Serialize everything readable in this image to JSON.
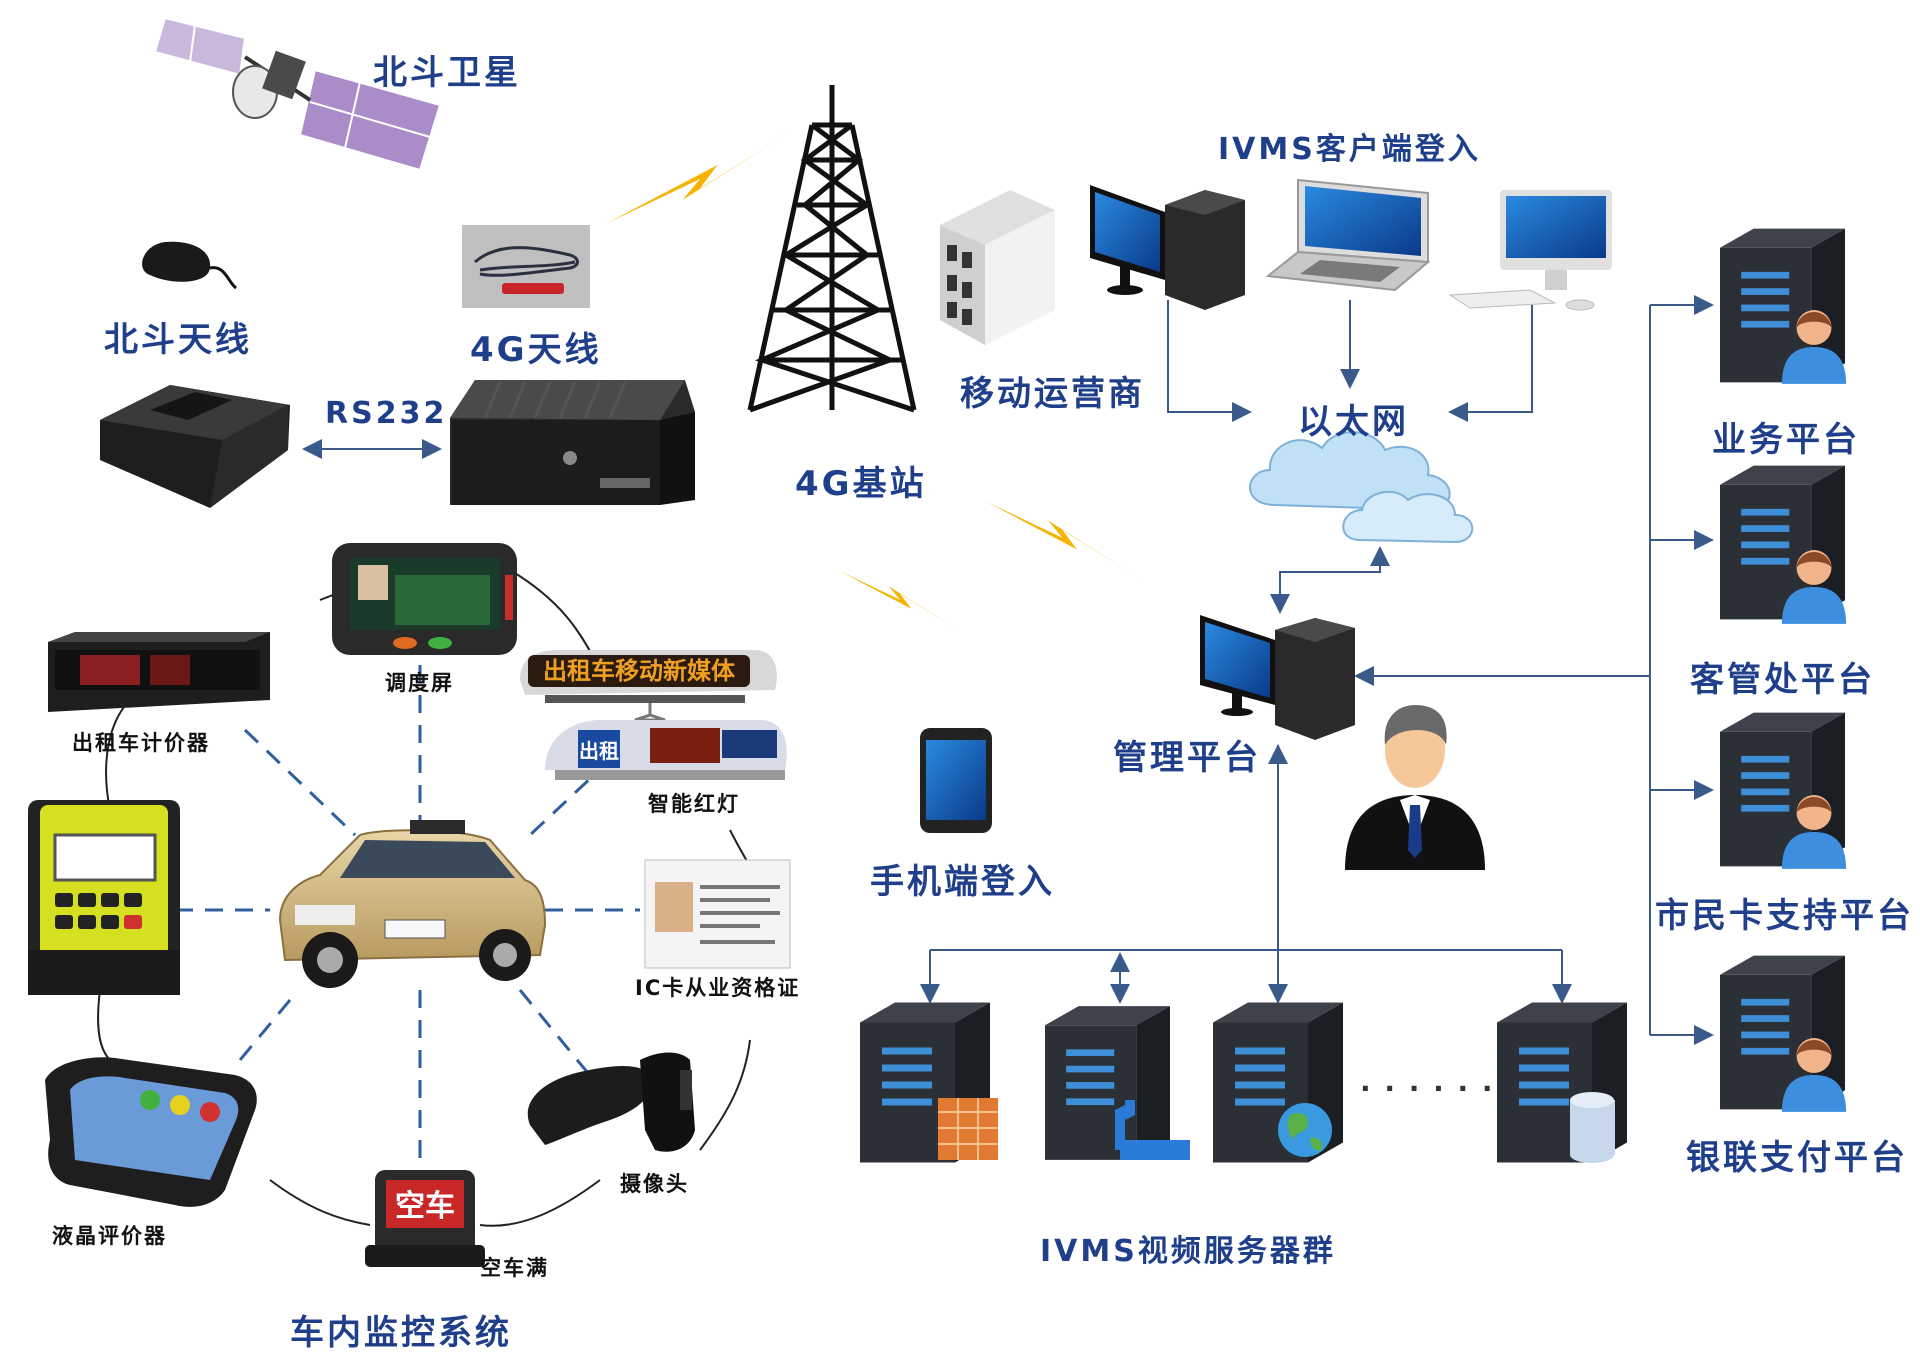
{
  "labels": {
    "beidou_satellite": "北斗卫星",
    "beidou_antenna": "北斗天线",
    "antenna_4g": "4G天线",
    "rs232": "RS232",
    "base_station_4g": "4G基站",
    "ivms_client_login": "IVMS客户端登入",
    "mobile_operator": "移动运营商",
    "ethernet": "以太网",
    "business_platform": "业务平台",
    "passenger_office_platform": "客管处平台",
    "citizen_card_platform": "市民卡支持平台",
    "unionpay_platform": "银联支付平台",
    "management_platform": "管理平台",
    "mobile_login": "手机端登入",
    "ivms_video_server_group": "IVMS视频服务器群",
    "dispatch_screen": "调度屏",
    "taxi_meter": "出租车计价器",
    "smart_roof_light": "智能红灯",
    "ic_card_certificate": "IC卡从业资格证",
    "camera": "摄像头",
    "lcd_evaluator": "液晶评价器",
    "vacant_full": "空车满",
    "in_car_monitoring_system": "车内监控系统",
    "ellipsis": "· · · · · ·"
  },
  "device_text": {
    "roof_sign_scroll": "出租车移动新媒体",
    "roof_light_taxi": "出租",
    "vacant_sign": "空车"
  },
  "colors": {
    "label_blue": "#1f3f8a",
    "lightning": "#f4b400",
    "dash_line": "#2f5f9e",
    "cloud": "#bfe0f5",
    "server_body": "#2b2f36",
    "server_light": "#3f8fd8"
  }
}
